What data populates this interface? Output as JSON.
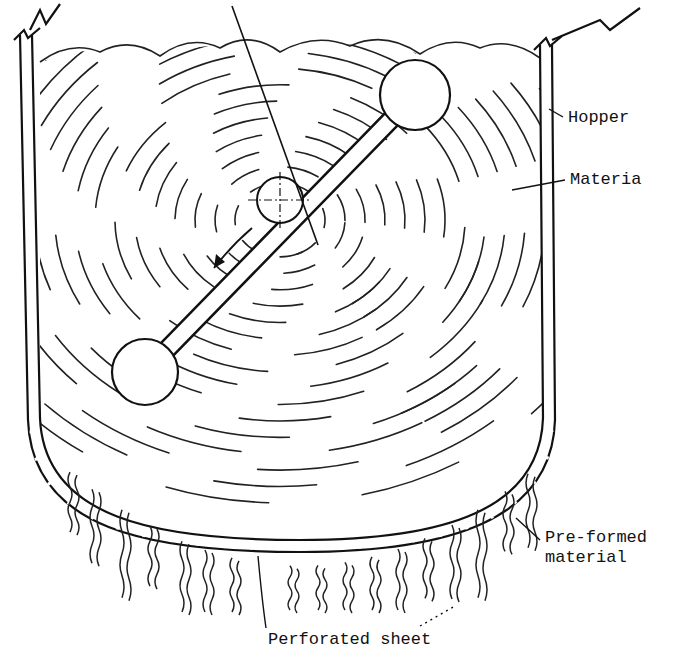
{
  "diagram": {
    "labels": [
      "Hopper",
      "Materia",
      "Pre-formed material",
      "Perforated sheet"
    ]
  }
}
